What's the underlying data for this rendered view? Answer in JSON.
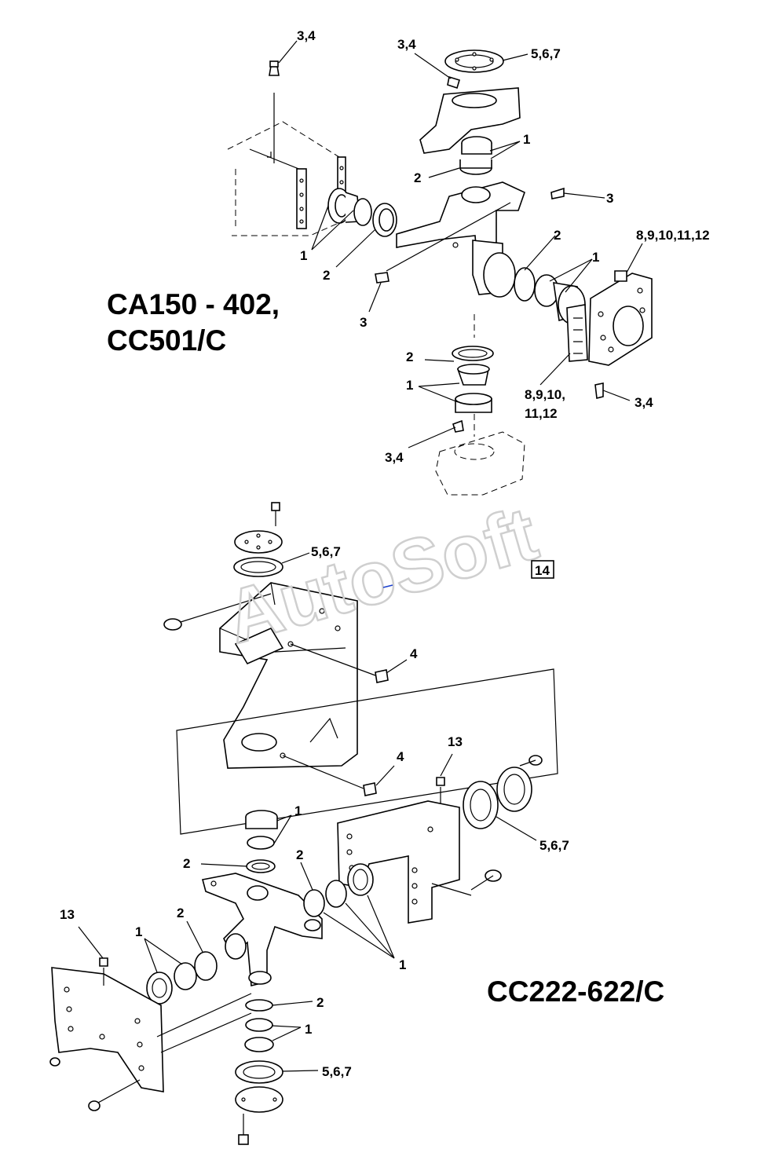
{
  "upper_assembly": {
    "title_line1": "CA150 - 402,",
    "title_line2": "CC501/C"
  },
  "lower_assembly": {
    "title": "CC222-622/C"
  },
  "watermark": "AutoSoft",
  "callouts": {
    "u1": "3,4",
    "u2": "3,4",
    "u3": "5,6,7",
    "u4": "1",
    "u5": "2",
    "u6": "3",
    "u7": "8,9,10,11,12",
    "u8": "2",
    "u9": "1",
    "u10": "1",
    "u11": "2",
    "u12": "3",
    "u13": "2",
    "u14": "1",
    "u15": "8,9,10,",
    "u16": "11,12",
    "u17": "3,4",
    "u18": "3,4",
    "l1": "5,6,7",
    "l2": "14",
    "l3": "4",
    "l4": "4",
    "l5": "13",
    "l6": "1",
    "l7": "2",
    "l8": "2",
    "l9": "5,6,7",
    "l10": "13",
    "l11": "1",
    "l12": "2",
    "l13": "1",
    "l14": "2",
    "l15": "1",
    "l16": "5,6,7"
  }
}
